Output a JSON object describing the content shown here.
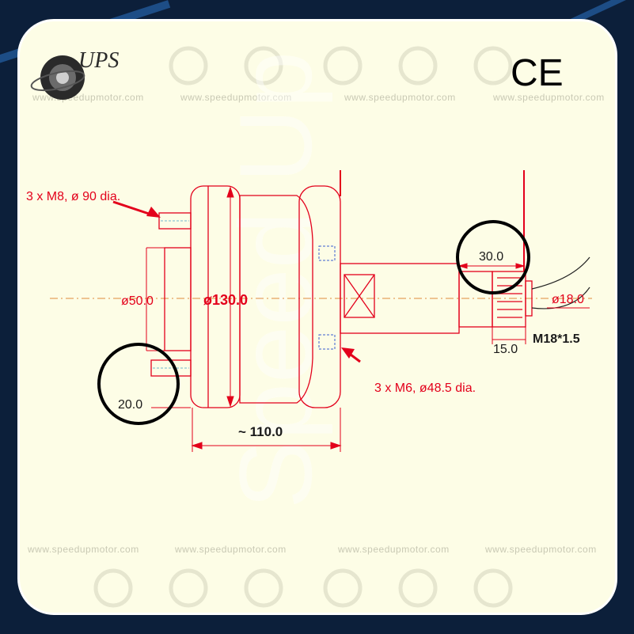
{
  "logo": {
    "text": "UPS"
  },
  "certification": {
    "mark": "CE"
  },
  "watermark": {
    "site": "www.speedupmotor.com",
    "big": "Speed Up"
  },
  "annotations": {
    "m8_holes": "3  x M8, ø  90 dia.",
    "m6_holes": "3  x M6, ø48.5 dia.",
    "thread": "M18*1.5"
  },
  "dimensions": {
    "dia_50": "ø50.0",
    "dia_130": "ø130.0",
    "width_110": "~ 110.0",
    "len_20": "20.0",
    "len_30": "30.0",
    "len_15": "15.0",
    "dia_18": "ø18.0"
  },
  "colors": {
    "background": "#0c1f3a",
    "card": "#fdfde6",
    "drawing_line": "#e3001b",
    "circle": "#000000",
    "centerline": "#e08a3c",
    "hidden_line": "#3a5fd0"
  }
}
